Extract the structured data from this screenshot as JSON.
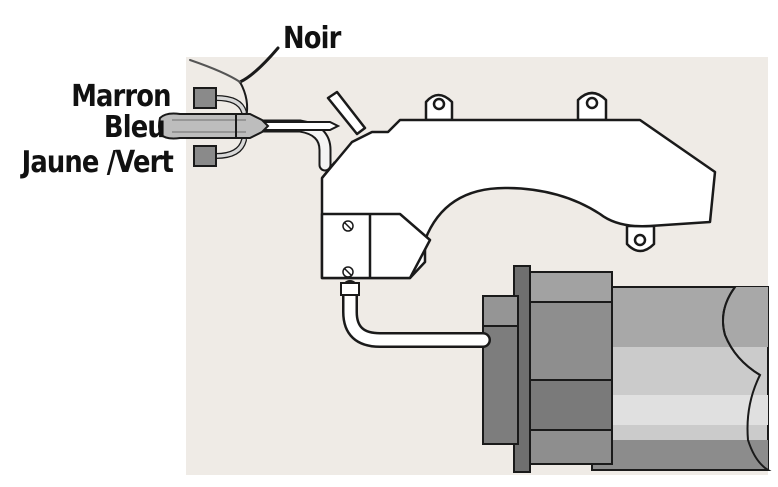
{
  "labels": {
    "noir": "Noir",
    "marron": "Marron",
    "bleu": "Bleu",
    "jaune_vert": "Jaune /Vert"
  },
  "colors": {
    "background_panel": "#efebe6",
    "outline": "#1a1a1a",
    "housing_fill": "#ffffff",
    "tube_light": "#cbcbcb",
    "tube_mid": "#9a9a9a",
    "tube_dark": "#6f6f6f",
    "terminal": "#8a8a8a",
    "screwdriver_handle": "#bdbdbd",
    "label_text": "#111111"
  },
  "icons": [
    "screwdriver-icon",
    "terminal-block-icon",
    "screw-icon"
  ]
}
